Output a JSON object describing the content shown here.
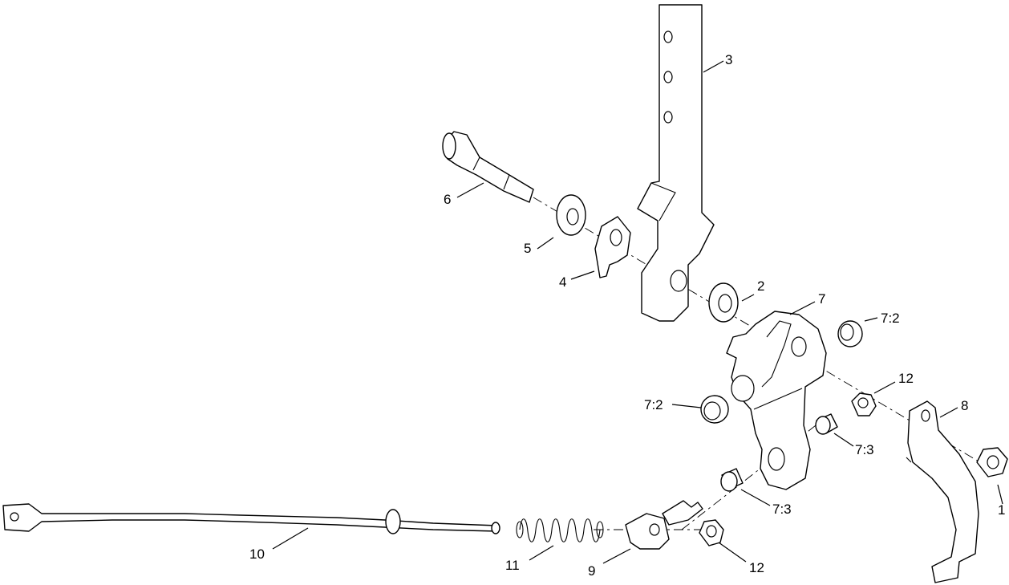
{
  "callouts": {
    "c1": "1",
    "c2": "2",
    "c3": "3",
    "c4": "4",
    "c5": "5",
    "c6": "6",
    "c7": "7",
    "c7_2_upper": "7:2",
    "c7_2_lower": "7:2",
    "c7_3_upper": "7:3",
    "c7_3_lower": "7:3",
    "c8": "8",
    "c9": "9",
    "c10": "10",
    "c11": "11",
    "c12_upper": "12",
    "c12_lower": "12"
  },
  "colors": {
    "line": "#000000",
    "background": "#ffffff"
  }
}
